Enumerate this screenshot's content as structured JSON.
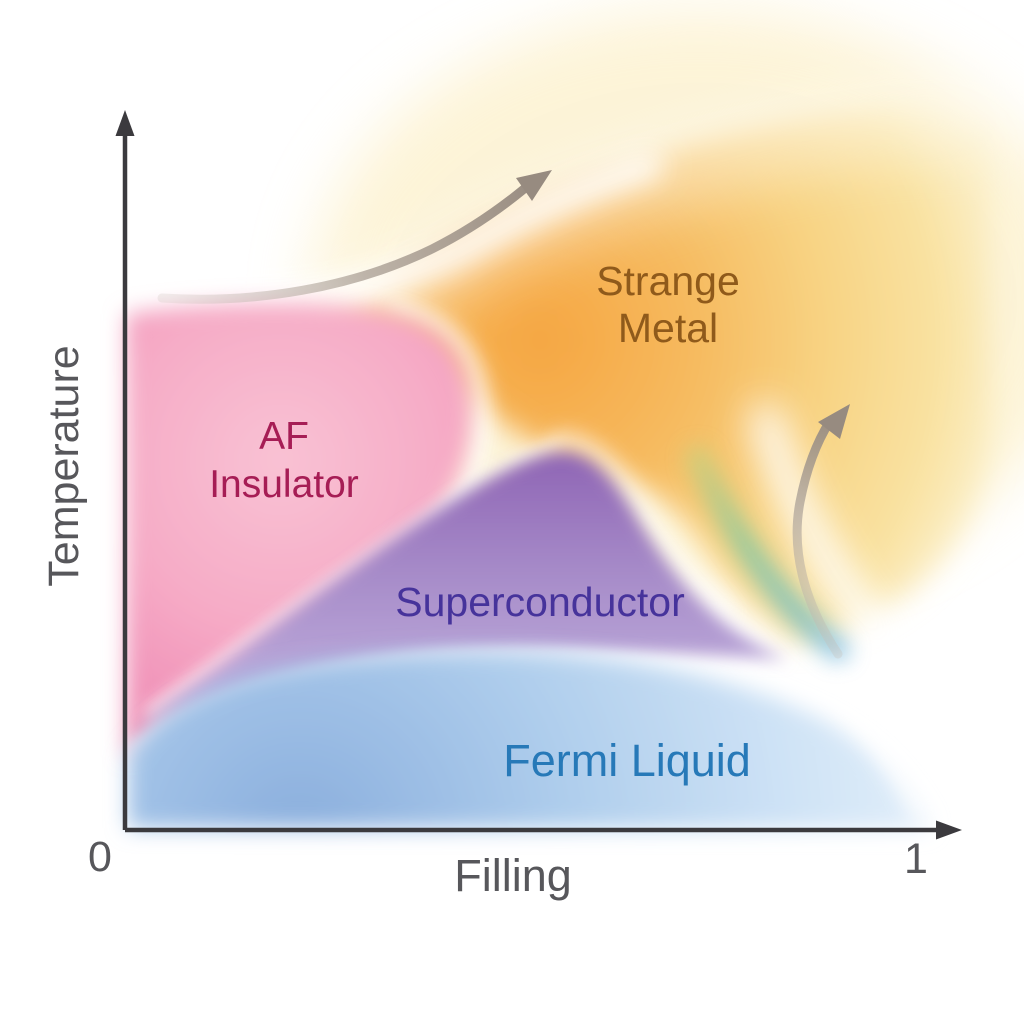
{
  "diagram_type": "phase-diagram",
  "axes": {
    "y_label": "Temperature",
    "x_label": "Filling",
    "x_tick_min": "0",
    "x_tick_max": "1",
    "axis_color": "#3B3A3E",
    "label_color": "#57575B"
  },
  "regions": {
    "af_insulator": {
      "line1": "AF",
      "line2": "Insulator",
      "text_color": "#A61D55",
      "fill": "#F5A9C4"
    },
    "strange_metal": {
      "line1": "Strange",
      "line2": "Metal",
      "text_color": "#8F5A1B",
      "fill": "#F6B865"
    },
    "superconductor": {
      "label": "Superconductor",
      "text_color": "#46339B",
      "fill": "#A78FC8"
    },
    "fermi_liquid": {
      "label": "Fermi Liquid",
      "text_color": "#2779B8",
      "fill": "#B7D6EF"
    },
    "transition_fringe": {
      "fill": "#63C2AE"
    }
  },
  "annotations": {
    "arrow_color": "#978B80",
    "arrows": [
      {
        "name": "crossover-arrow-top"
      },
      {
        "name": "crossover-arrow-right"
      }
    ]
  }
}
